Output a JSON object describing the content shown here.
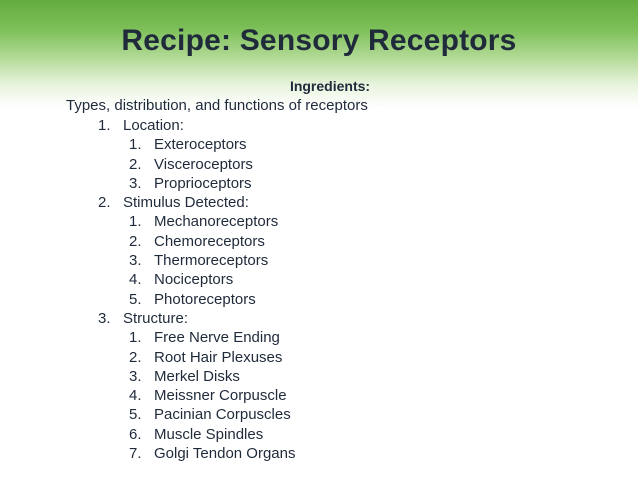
{
  "title": "Recipe: Sensory Receptors",
  "ingredients_heading": "Ingredients:",
  "intro": "Types, distribution, and functions of receptors",
  "sections": [
    {
      "number": "1.",
      "label": "Location:",
      "items": [
        {
          "number": "1.",
          "label": "Exteroceptors"
        },
        {
          "number": "2.",
          "label": "Visceroceptors"
        },
        {
          "number": "3.",
          "label": "Proprioceptors"
        }
      ]
    },
    {
      "number": "2.",
      "label": "Stimulus Detected:",
      "items": [
        {
          "number": "1.",
          "label": "Mechanoreceptors"
        },
        {
          "number": "2.",
          "label": "Chemoreceptors"
        },
        {
          "number": "3.",
          "label": "Thermoreceptors"
        },
        {
          "number": "4.",
          "label": "Nociceptors"
        },
        {
          "number": "5.",
          "label": "Photoreceptors"
        }
      ]
    },
    {
      "number": "3.",
      "label": "Structure:",
      "items": [
        {
          "number": "1.",
          "label": "Free Nerve Ending"
        },
        {
          "number": "2.",
          "label": "Root Hair Plexuses"
        },
        {
          "number": "3.",
          "label": "Merkel Disks"
        },
        {
          "number": "4.",
          "label": "Meissner Corpuscle"
        },
        {
          "number": "5.",
          "label": "Pacinian Corpuscles"
        },
        {
          "number": "6.",
          "label": "Muscle Spindles"
        },
        {
          "number": "7.",
          "label": "Golgi Tendon Organs"
        }
      ]
    }
  ],
  "colors": {
    "header_green": "#63ac3f",
    "text": "#1f2a3a"
  }
}
